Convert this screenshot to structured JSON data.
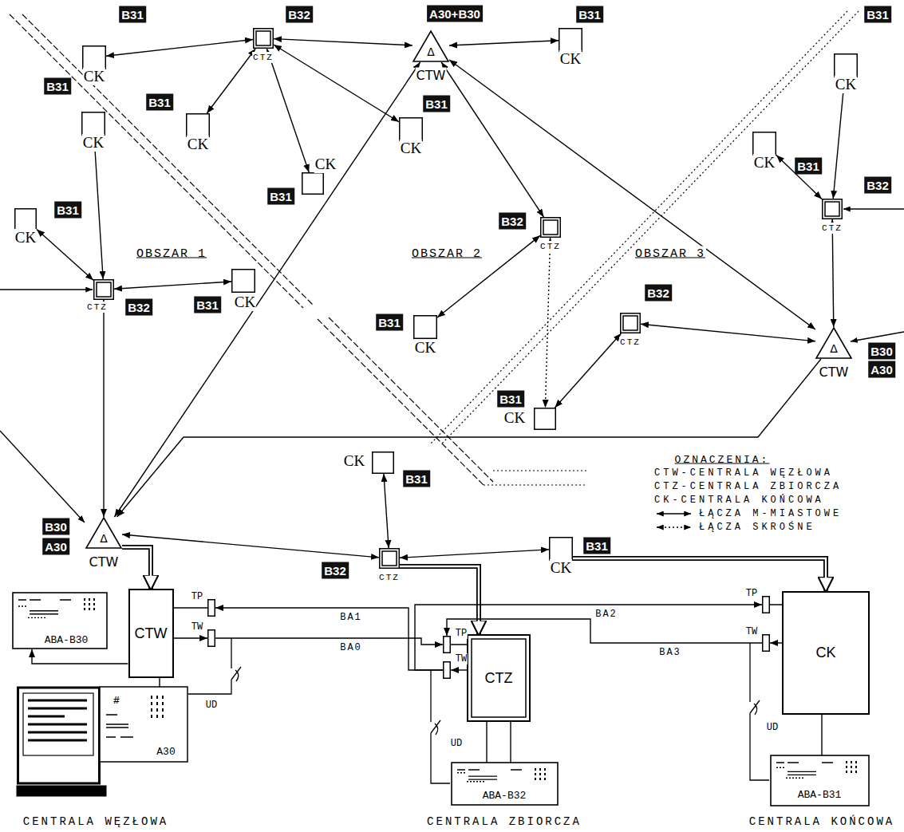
{
  "diagram": {
    "nodes": [
      {
        "text": [
          "CK",
          "B31"
        ]
      },
      {
        "text": [
          "CTZ",
          "B32"
        ]
      },
      {
        "text": [
          "Δ",
          "CTW",
          "A30+B30"
        ]
      },
      {
        "text": [
          "CK",
          "B31"
        ]
      },
      {
        "text": [
          "CK",
          "B31"
        ]
      },
      {
        "text": [
          "CK",
          "B31"
        ]
      },
      {
        "text": [
          "CK",
          "B31"
        ]
      },
      {
        "text": [
          "CK",
          "B31"
        ]
      },
      {
        "text": [
          "CK",
          "B31"
        ]
      },
      {
        "text": [
          "CK",
          "B31"
        ]
      },
      {
        "text": [
          "CTZ",
          "B32"
        ]
      },
      {
        "text": [
          "CK",
          "B31"
        ]
      },
      {
        "text": [
          "CTZ",
          "B32"
        ]
      },
      {
        "text": [
          "CK",
          "B31"
        ]
      },
      {
        "text": [
          "CTZ",
          "B32"
        ]
      },
      {
        "text": [
          "CK",
          "B31"
        ]
      },
      {
        "text": [
          "CK",
          "B31"
        ]
      },
      {
        "text": [
          "CTZ",
          "B32"
        ]
      },
      {
        "text": [
          "Δ",
          "CTW",
          "B30",
          "A30"
        ]
      },
      {
        "text": [
          "Δ",
          "CTW",
          "B30",
          "A30"
        ]
      },
      {
        "text": [
          "CK",
          "B31"
        ]
      },
      {
        "text": [
          "CTZ",
          "B32"
        ]
      },
      {
        "text": [
          "CK",
          "B31"
        ]
      },
      {
        "text": [
          "CTW"
        ]
      },
      {
        "text": [
          "ABA-B30"
        ]
      },
      {
        "text": [
          "A30"
        ]
      },
      {
        "text": [
          "TP"
        ]
      },
      {
        "text": [
          "TW"
        ]
      },
      {
        "text": [
          "CTZ"
        ]
      },
      {
        "text": [
          "TP"
        ]
      },
      {
        "text": [
          "TW"
        ]
      },
      {
        "text": [
          "ABA-B32"
        ]
      },
      {
        "text": [
          "CK"
        ]
      },
      {
        "text": [
          "TP"
        ]
      },
      {
        "text": [
          "TW"
        ]
      },
      {
        "text": [
          "ABA-B31"
        ]
      }
    ],
    "edges": [
      {
        "from": 1,
        "to": 0,
        "arrow": "both"
      },
      {
        "from": 1,
        "to": 2,
        "arrow": "both"
      },
      {
        "from": 2,
        "to": 3,
        "arrow": "both"
      },
      {
        "from": 1,
        "to": 5,
        "arrow": "both"
      },
      {
        "from": 1,
        "to": 6,
        "arrow": "both"
      },
      {
        "from": 1,
        "to": 7,
        "arrow": "both"
      },
      {
        "from": 8,
        "to": 10,
        "arrow": "both"
      },
      {
        "from": 9,
        "to": 10,
        "arrow": "both"
      },
      {
        "from": 10,
        "to": 11,
        "arrow": "both"
      },
      {
        "from": 10,
        "to": 19,
        "arrow": "both"
      },
      {
        "from": 2,
        "to": 12,
        "arrow": "both"
      },
      {
        "from": 2,
        "to": 19,
        "arrow": "both"
      },
      {
        "from": 2,
        "to": 18,
        "arrow": "both"
      },
      {
        "from": 12,
        "to": 13,
        "arrow": "both"
      },
      {
        "from": 12,
        "to": 15,
        "arrow": "both"
      },
      {
        "from": 14,
        "to": 15,
        "arrow": "both"
      },
      {
        "from": 14,
        "to": 18,
        "arrow": "both"
      },
      {
        "from": 16,
        "to": 17,
        "arrow": "both"
      },
      {
        "from": 4,
        "to": 17,
        "arrow": "both"
      },
      {
        "from": 17,
        "to": 18,
        "arrow": "both"
      },
      {
        "from": 18,
        "to": 19,
        "arrow": "to"
      },
      {
        "from": 19,
        "to": 21,
        "arrow": "both"
      },
      {
        "from": 20,
        "to": 21,
        "arrow": "both"
      },
      {
        "from": 21,
        "to": 22,
        "arrow": "both"
      },
      {
        "from": 19,
        "to": 23,
        "arrow": "to"
      },
      {
        "from": 21,
        "to": 28,
        "arrow": "to"
      },
      {
        "from": 22,
        "to": 32,
        "arrow": "to"
      },
      {
        "from": 26,
        "to": 23,
        "arrow": "to"
      },
      {
        "from": 23,
        "to": 27,
        "arrow": "to"
      },
      {
        "from": 27,
        "to": 29,
        "label": "BA0",
        "arrow": "to"
      },
      {
        "from": 30,
        "to": 26,
        "label": "BA1",
        "arrow": "to"
      },
      {
        "from": 30,
        "to": 33,
        "label": "BA2",
        "arrow": "to"
      },
      {
        "from": 34,
        "to": 29,
        "label": "BA3",
        "arrow": "to"
      },
      {
        "from": 29,
        "to": 28,
        "arrow": "to"
      },
      {
        "from": 28,
        "to": 30,
        "arrow": "to"
      },
      {
        "from": 33,
        "to": 32,
        "arrow": "to"
      },
      {
        "from": 32,
        "to": 34,
        "arrow": "to"
      },
      {
        "from": 23,
        "to": 24,
        "arrow": "to"
      },
      {
        "from": 23,
        "to": 25,
        "arrow": "to"
      },
      {
        "from": 28,
        "to": 31,
        "arrow": "to"
      },
      {
        "from": 28,
        "to": 31,
        "arrow": "to"
      },
      {
        "from": 32,
        "to": 35,
        "arrow": "to"
      }
    ],
    "labels": [
      "OBSZAR 1",
      "OBSZAR 2",
      "OBSZAR 3",
      "OZNACZENIA:",
      "UD",
      "UD",
      "UD",
      "#",
      "CENTRALA WĘZŁOWA",
      "CENTRALA ZBIORCZA",
      "CENTRALA KOŃCOWA"
    ],
    "legend": [
      {
        "text": "CTW-CENTRALA WĘZŁOWA"
      },
      {
        "text": "CTZ-CENTRALA ZBIORCZA"
      },
      {
        "text": "CK-CENTRALA KOŃCOWA"
      },
      {
        "text": "ŁĄCZA M-MIASTOWE"
      },
      {
        "text": "ŁĄCZA SKROŚNE"
      }
    ]
  }
}
